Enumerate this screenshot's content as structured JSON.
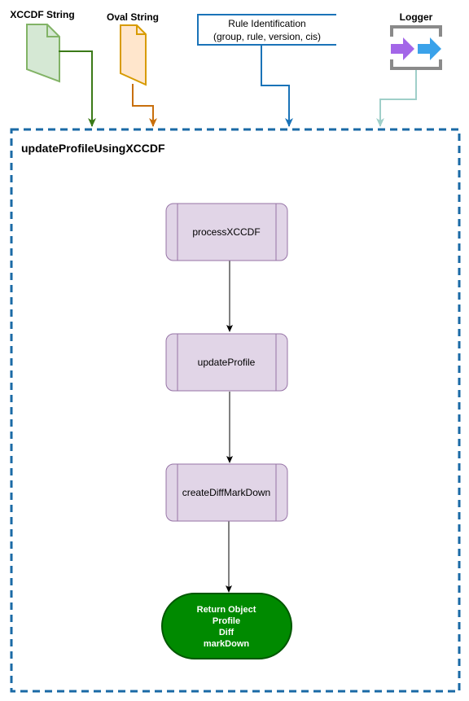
{
  "inputs": {
    "xccdf": {
      "label": "XCCDF String",
      "fill": "#d5e8d4",
      "stroke": "#82b366",
      "arrow": "#3b7a18"
    },
    "oval": {
      "label": "Oval String",
      "fill": "#ffe6cc",
      "stroke": "#d79b00",
      "arrow": "#c86f0c"
    },
    "rule": {
      "line1": "Rule Identification",
      "line2": "(group, rule, version, cis)",
      "stroke": "#1a73b8"
    },
    "logger": {
      "label": "Logger",
      "arrow": "#9fcfc9",
      "icon_name": "logger-icon"
    }
  },
  "container": {
    "title": "updateProfileUsingXCCDF",
    "stroke": "#1a6aa6"
  },
  "steps": [
    {
      "label": "processXCCDF"
    },
    {
      "label": "updateProfile"
    },
    {
      "label": "createDiffMarkDown"
    }
  ],
  "step_colors": {
    "fill": "#e1d5e7",
    "stroke": "#9673a6"
  },
  "result": {
    "lines": [
      "Return Object",
      "Profile",
      "Diff",
      "markDown"
    ],
    "fill": "#008a00",
    "stroke": "#005700"
  }
}
